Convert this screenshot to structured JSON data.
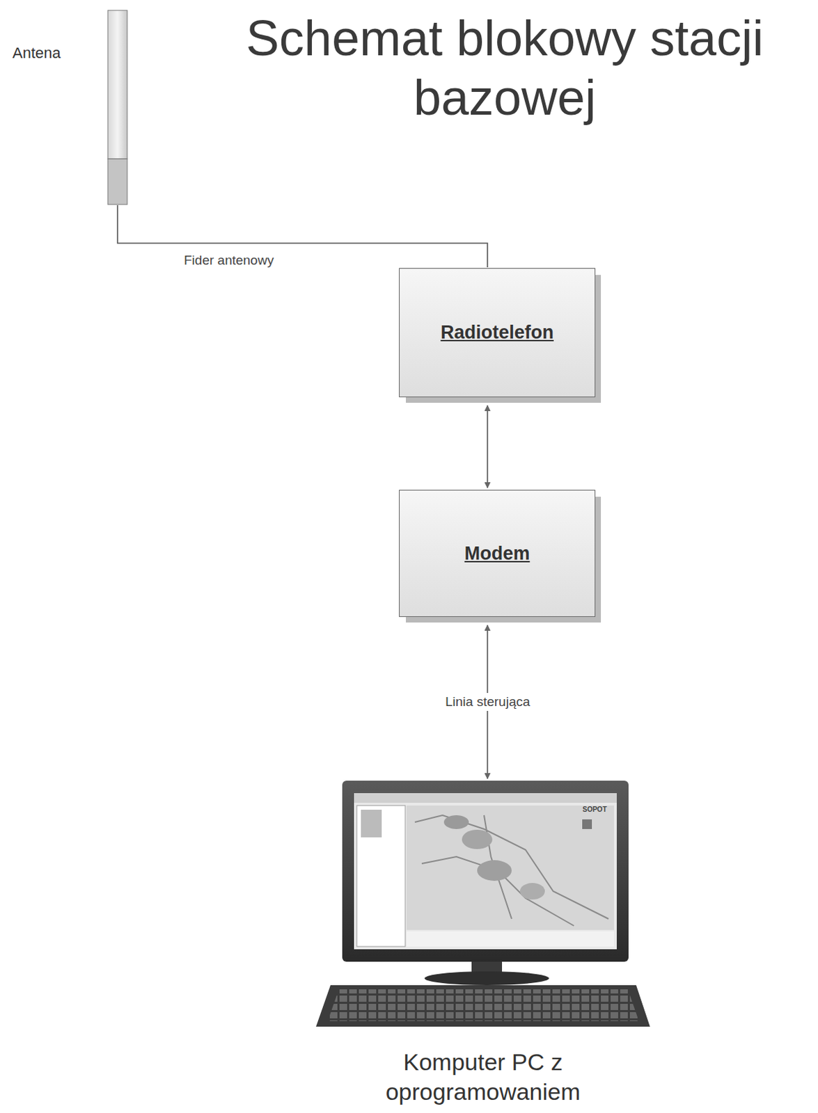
{
  "diagram": {
    "title": "Schemat blokowy stacji bazowej",
    "nodes": [
      {
        "text": [
          "Antena"
        ]
      },
      {
        "text": [
          "Radiotelefon"
        ]
      },
      {
        "text": [
          "Modem"
        ]
      },
      {
        "text": [
          "Komputer PC z oprogramowaniem"
        ]
      }
    ],
    "edges": [
      {
        "from": 0,
        "to": 1,
        "label": "Fider antenowy",
        "arrow": "none"
      },
      {
        "from": 1,
        "to": 2,
        "arrow": "both"
      },
      {
        "from": 2,
        "to": 3,
        "label": "Linia sterująca",
        "arrow": "both"
      }
    ],
    "labels": [
      "SOPOT"
    ]
  }
}
